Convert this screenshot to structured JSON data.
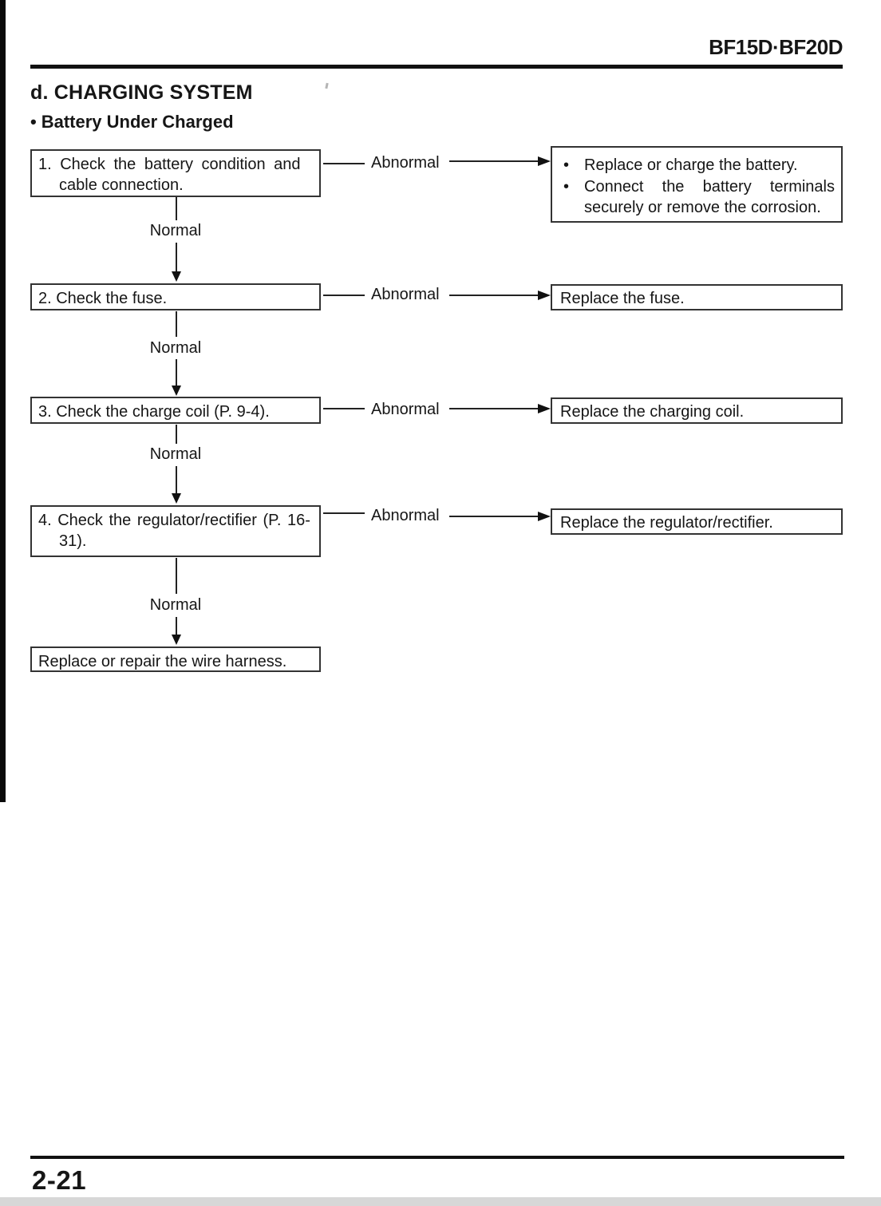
{
  "header": {
    "model_code": "BF15D·BF20D"
  },
  "titles": {
    "section": "d. CHARGING SYSTEM",
    "bullet_marker": "•",
    "subsection": "Battery Under Charged"
  },
  "flowchart": {
    "abnormal_label": "Abnormal",
    "normal_label": "Normal",
    "steps": [
      {
        "check_lines": [
          "1. Check the battery condition and",
          "cable connection."
        ],
        "remedy_bullets": [
          "Replace or charge the battery.",
          "Connect the battery terminals securely or remove the corrosion."
        ]
      },
      {
        "check_lines": [
          "2. Check the fuse."
        ],
        "remedy": "Replace the fuse."
      },
      {
        "check_lines": [
          "3. Check the charge coil (P. 9-4)."
        ],
        "remedy": "Replace the charging coil."
      },
      {
        "check_lines": [
          "4. Check the regulator/rectifier (P. 16-",
          "31)."
        ],
        "remedy": "Replace the regulator/rectifier."
      }
    ],
    "final_action": "Replace or repair the wire harness."
  },
  "footer": {
    "page_number": "2-21"
  }
}
